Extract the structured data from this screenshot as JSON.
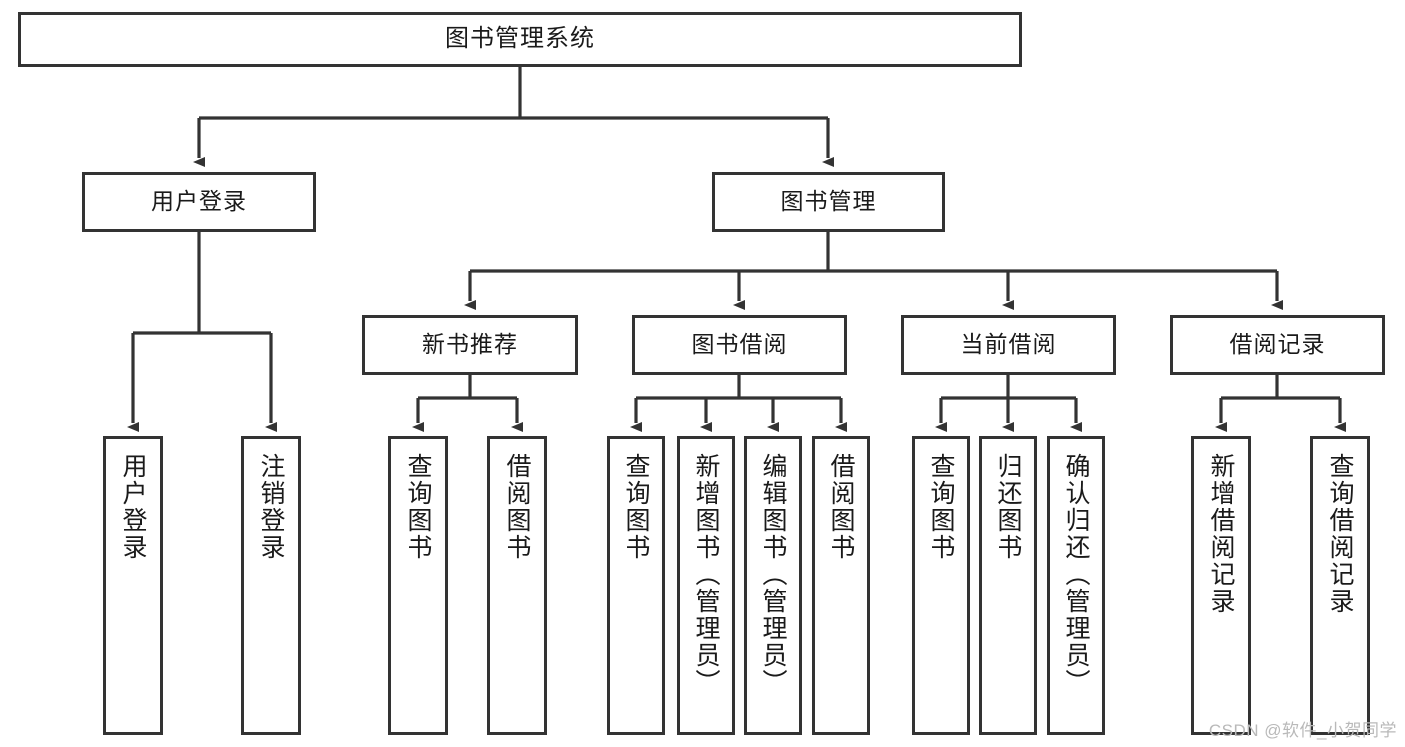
{
  "diagram": {
    "title": "图书管理系统",
    "type": "hierarchy-tree",
    "colors": {
      "box_border": "#333333",
      "box_fill": "#ffffff",
      "edge": "#333333",
      "text": "#1a1a1a",
      "watermark": "#b9b9b9",
      "background": "#ffffff"
    },
    "levels": 4,
    "root": {
      "label": "图书管理系统"
    },
    "level2": [
      {
        "label": "用户登录"
      },
      {
        "label": "图书管理"
      }
    ],
    "level3": [
      {
        "label": "新书推荐"
      },
      {
        "label": "图书借阅"
      },
      {
        "label": "当前借阅"
      },
      {
        "label": "借阅记录"
      }
    ],
    "leaves": [
      {
        "label": "用户登录",
        "parent": "用户登录"
      },
      {
        "label": "注销登录",
        "parent": "用户登录"
      },
      {
        "label": "查询图书",
        "parent": "新书推荐"
      },
      {
        "label": "借阅图书",
        "parent": "新书推荐"
      },
      {
        "label": "查询图书",
        "parent": "图书借阅"
      },
      {
        "label": "新增图书（管理员）",
        "parent": "图书借阅"
      },
      {
        "label": "编辑图书（管理员）",
        "parent": "图书借阅"
      },
      {
        "label": "借阅图书",
        "parent": "图书借阅"
      },
      {
        "label": "查询图书",
        "parent": "当前借阅"
      },
      {
        "label": "归还图书",
        "parent": "当前借阅"
      },
      {
        "label": "确认归还（管理员）",
        "parent": "当前借阅"
      },
      {
        "label": "新增借阅记录",
        "parent": "借阅记录"
      },
      {
        "label": "查询借阅记录",
        "parent": "借阅记录"
      }
    ]
  },
  "watermark": {
    "text": "CSDN @软件_小贺同学"
  }
}
